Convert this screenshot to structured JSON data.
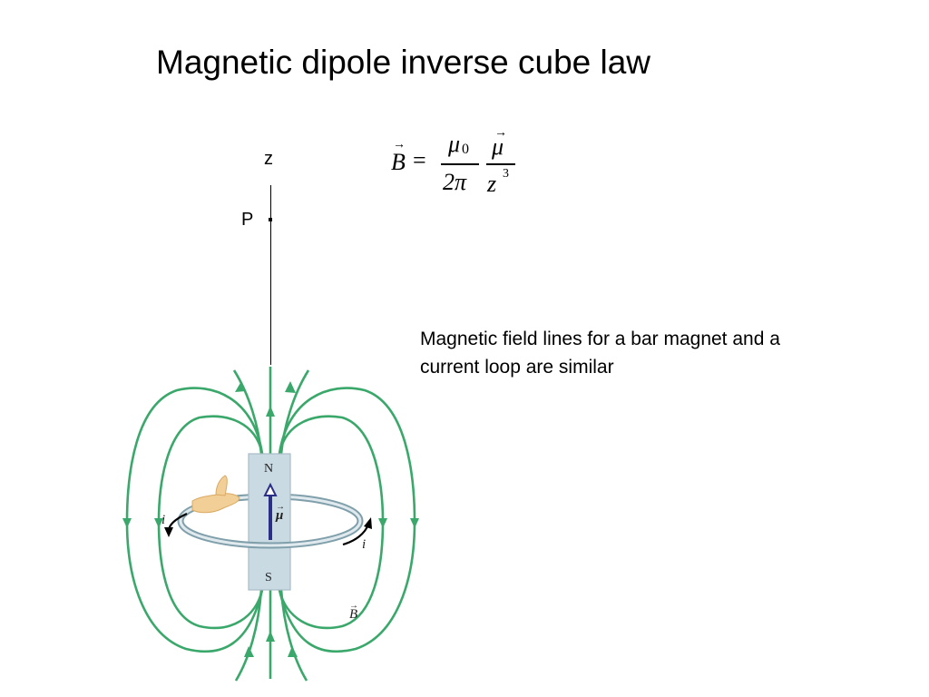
{
  "title": "Magnetic dipole inverse cube law",
  "axis": {
    "z_label": "z",
    "point_label": "P"
  },
  "formula": {
    "lhs": "B",
    "equals": "=",
    "mu0": "μ",
    "mu0_sub": "0",
    "two_pi": "2π",
    "mu": "μ",
    "z": "z",
    "z_exp": "3"
  },
  "caption": "Magnetic field lines for a bar magnet and a current loop are similar",
  "diagram": {
    "north_label": "N",
    "south_label": "S",
    "moment_label": "μ",
    "current_left": "i",
    "current_right": "i",
    "field_label": "B",
    "colors": {
      "field_lines": "#3aa86a",
      "magnet": "#c9dae3",
      "loop": "#7f9faa",
      "moment_arrow": "#2b2f86",
      "hand": "#f2cf96"
    }
  }
}
